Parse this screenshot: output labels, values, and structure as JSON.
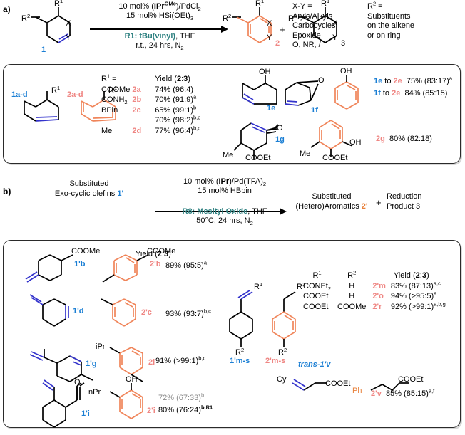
{
  "sections": {
    "a": {
      "label": "a)",
      "scheme": {
        "substrate_labels": {
          "r1": "R1",
          "r2": "R2",
          "x": "X",
          "y": "Y",
          "num": "1"
        },
        "product2_labels": {
          "r1": "R1",
          "r2": "R2",
          "x": "X",
          "y": "Y",
          "num": "2"
        },
        "product3_labels": {
          "r1": "R1",
          "r2": "R2",
          "x": "X",
          "y": "Y",
          "num": "3"
        },
        "plus": "+",
        "conditions": {
          "line1": "10 mol% (IPrOMe)/PdCl2",
          "line2": "15 mol% HSi(OEt)3",
          "line3": "R1: tBu(vinyl), THF",
          "line4": "r.t., 24 hrs, N2"
        },
        "legend_xy": {
          "title": "X-Y =",
          "items": [
            "Aryls/Alkyls",
            "Carbocycles",
            "Epoxide",
            "O, NR, /"
          ]
        },
        "legend_r2": {
          "title": "R2 =",
          "items": [
            "Substituents",
            "on the alkene",
            "or on ring"
          ]
        }
      },
      "panel": {
        "left_structures": {
          "substrate_tag": "1a-d",
          "substrate_r": "R1",
          "product_tag": "2a-d",
          "product_r": "R1"
        },
        "table": {
          "header_r1": "R1 =",
          "header_yield": "Yield (2:3)",
          "rows": [
            {
              "r1": "COOMe",
              "id": "2a",
              "yield": "74% (96:4)",
              "notes": ""
            },
            {
              "r1": "CONH2",
              "id": "2b",
              "yield": "70% (91:9)",
              "notes": "a"
            },
            {
              "r1": "BPin",
              "id": "2c",
              "yield": "65% (99:1)",
              "notes": "b"
            },
            {
              "r1": "",
              "id": "",
              "yield": "70% (98:2)",
              "notes": "b,c"
            },
            {
              "r1": "Me",
              "id": "2d",
              "yield": "77% (96:4)",
              "notes": "b,c"
            }
          ]
        },
        "right_structures": {
          "s1e": {
            "tag": "1e",
            "label": "OH"
          },
          "s1f": {
            "tag": "1f",
            "label": "O"
          },
          "s2e": {
            "tag": "2e",
            "label": "OH"
          },
          "s1g": {
            "tag": "1g",
            "labels": [
              "Me",
              "COOEt",
              "O"
            ]
          },
          "s2g": {
            "tag": "2g",
            "labels": [
              "Me",
              "COOEt",
              "OH"
            ]
          }
        },
        "right_yields": [
          {
            "from": "1e",
            "to": "2e",
            "text": "75% (83:17)",
            "notes": "a"
          },
          {
            "from": "1f",
            "to": "2e",
            "text": "84% (85:15)",
            "notes": ""
          }
        ],
        "g_yield": {
          "id": "2g",
          "text": "80% (82:18)"
        }
      }
    },
    "b": {
      "label": "b)",
      "scheme": {
        "left_line1": "Substituted",
        "left_line2": "Exo-cyclic olefins",
        "left_tag": "1'",
        "conditions": {
          "line1": "10 mol% (IPr)/Pd(TFA)2",
          "line2": "15 mol% HBpin",
          "line3": "R8: Mesityl Oxide, THF",
          "line4": "50°C, 24 hrs, N2"
        },
        "right_line1": "Substituted",
        "right_line2": "(Hetero)Aromatics",
        "right_tag": "2'",
        "plus": "+",
        "right2_line1": "Reduction",
        "right2_line2": "Product 3"
      },
      "panel": {
        "rows": [
          {
            "substrate_tag": "1'b",
            "substrate_label": "COOMe",
            "product_tag": "2'b",
            "product_label": "COOMe",
            "header": "Yield (2:3)",
            "yield": "89% (95:5)",
            "notes": "a"
          },
          {
            "substrate_tag": "1'd",
            "substrate_label": "",
            "product_tag": "2'c",
            "product_label": "",
            "yield": "93% (93:7)",
            "notes": "b,c"
          },
          {
            "substrate_tag": "1'g",
            "substrate_label": "",
            "product_tag": "2l",
            "product_label": "iPr",
            "yield": "91% (>99:1)",
            "notes": "b,c"
          },
          {
            "substrate_tag": "1'i",
            "substrate_label": "",
            "product_tag": "2'i",
            "product_label_a": "nPr",
            "product_label_b": "OH",
            "yield_line1": "72% (67:33)",
            "notes1": "b",
            "yield_line2": "80% (76:24)",
            "notes2": "b,R1"
          }
        ],
        "ms_structures": {
          "substrate_tag": "1'm-s",
          "product_tag": "2'm-s",
          "r1": "R1",
          "r2": "R2"
        },
        "ms_table": {
          "header": [
            "R1",
            "R2",
            "",
            "Yield (2:3)"
          ],
          "rows": [
            {
              "r1": "CONEt2",
              "r2": "H",
              "id": "2'm",
              "yield": "83% (87:13)",
              "notes": "a,c"
            },
            {
              "r1": "COOEt",
              "r2": "H",
              "id": "2'o",
              "yield": "94% (>95:5)",
              "notes": "a"
            },
            {
              "r1": "COOEt",
              "r2": "COOMe",
              "id": "2'r",
              "yield": "92% (>99:1)",
              "notes": "a,b,g"
            }
          ]
        },
        "v_row": {
          "substrate_tag": "trans-1'v",
          "substrate_labels": [
            "Cy",
            "COOEt"
          ],
          "product_tag": "2'v",
          "product_labels": [
            "Ph",
            "COOEt"
          ],
          "yield": "85% (85:15)",
          "notes": "a,f"
        }
      }
    }
  },
  "colors": {
    "blue": "#1b7fd4",
    "red": "#ef8683",
    "orange": "#e8803a",
    "teal": "#2b7f7f",
    "structure_blue": "#3333cc",
    "structure_orange": "#f0855a"
  }
}
